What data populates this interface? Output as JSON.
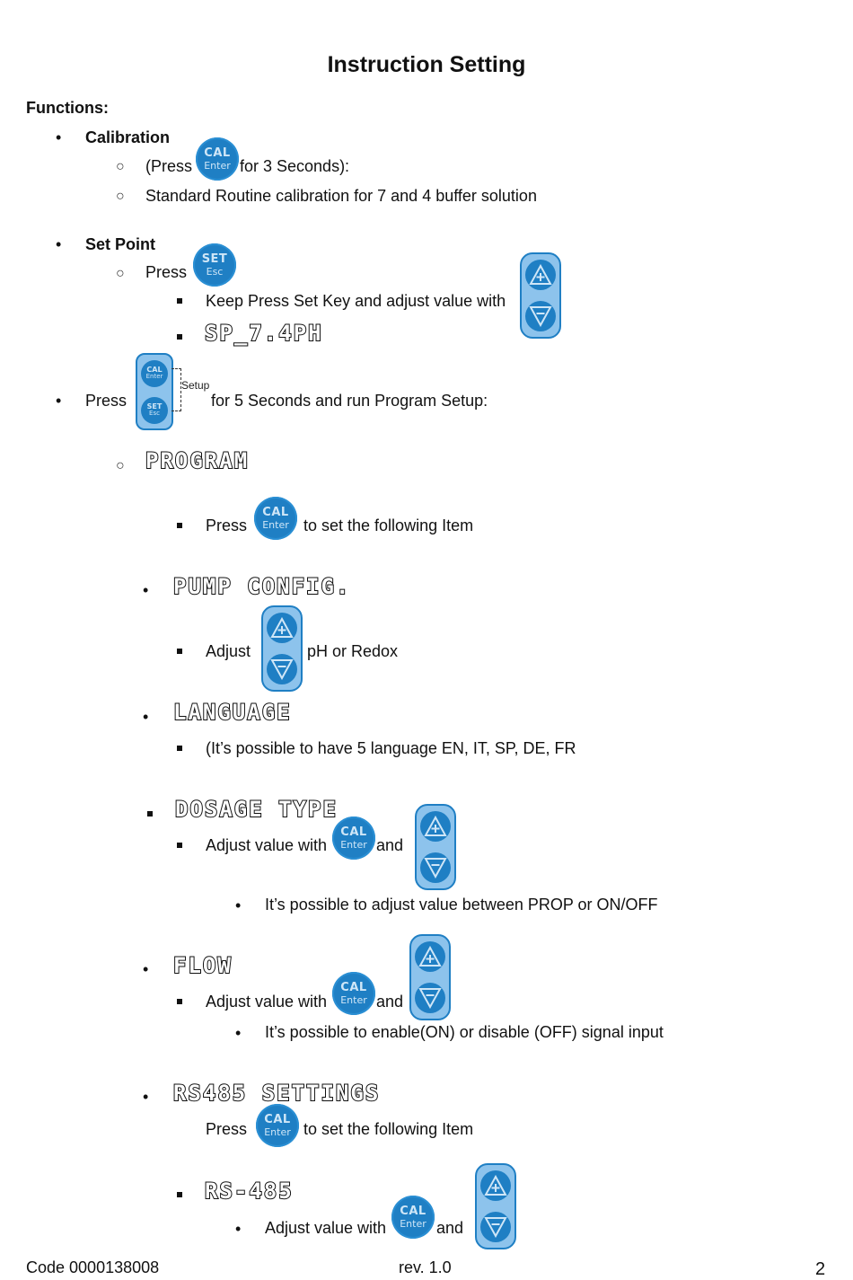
{
  "title": "Instruction Setting",
  "functions_label": "Functions:",
  "calibration": {
    "heading": "Calibration",
    "line1_prefix": "(Press",
    "line1_suffix": "for 3 Seconds):",
    "line2": "Standard Routine calibration for 7 and 4 buffer solution"
  },
  "set_point": {
    "heading": "Set Point",
    "press": "Press",
    "keep_press": "Keep Press Set Key and adjust value with",
    "display": "SP_7.4PH"
  },
  "program_setup": {
    "press": "Press",
    "setup_label": "Setup",
    "suffix": "for 5 Seconds and run Program Setup:"
  },
  "program": {
    "display": "PROGRAM",
    "press": "Press",
    "suffix": "to set the following Item"
  },
  "pump_config": {
    "display": "PUMP CONFIG.",
    "adjust": "Adjust",
    "suffix": "pH or Redox"
  },
  "language": {
    "display": "LANGUAGE",
    "note": "(It’s possible to have 5 language EN, IT, SP, DE, FR"
  },
  "dosage_type": {
    "display": "DOSAGE TYPE",
    "adjust": "Adjust value with",
    "and": "and",
    "note": "It’s possible to adjust value between PROP or ON/OFF"
  },
  "flow": {
    "display": "FLOW",
    "adjust": "Adjust value with",
    "and": "and",
    "note": "It’s possible to enable(ON) or disable (OFF) signal input"
  },
  "rs485_settings": {
    "display": "RS485 SETTINGS",
    "press": "Press",
    "suffix": "to set the following Item"
  },
  "rs485": {
    "display": "RS-485",
    "adjust": "Adjust value with",
    "and": "and"
  },
  "buttons": {
    "cal_top": "CAL",
    "cal_bottom": "Enter",
    "set_top": "SET",
    "set_bottom": "Esc"
  },
  "footer": {
    "code": "Code 0000138008",
    "rev": "rev. 1.0",
    "page": "2"
  },
  "colors": {
    "button_blue": "#1f7fc4",
    "panel_light_blue": "#8dc3ec"
  }
}
